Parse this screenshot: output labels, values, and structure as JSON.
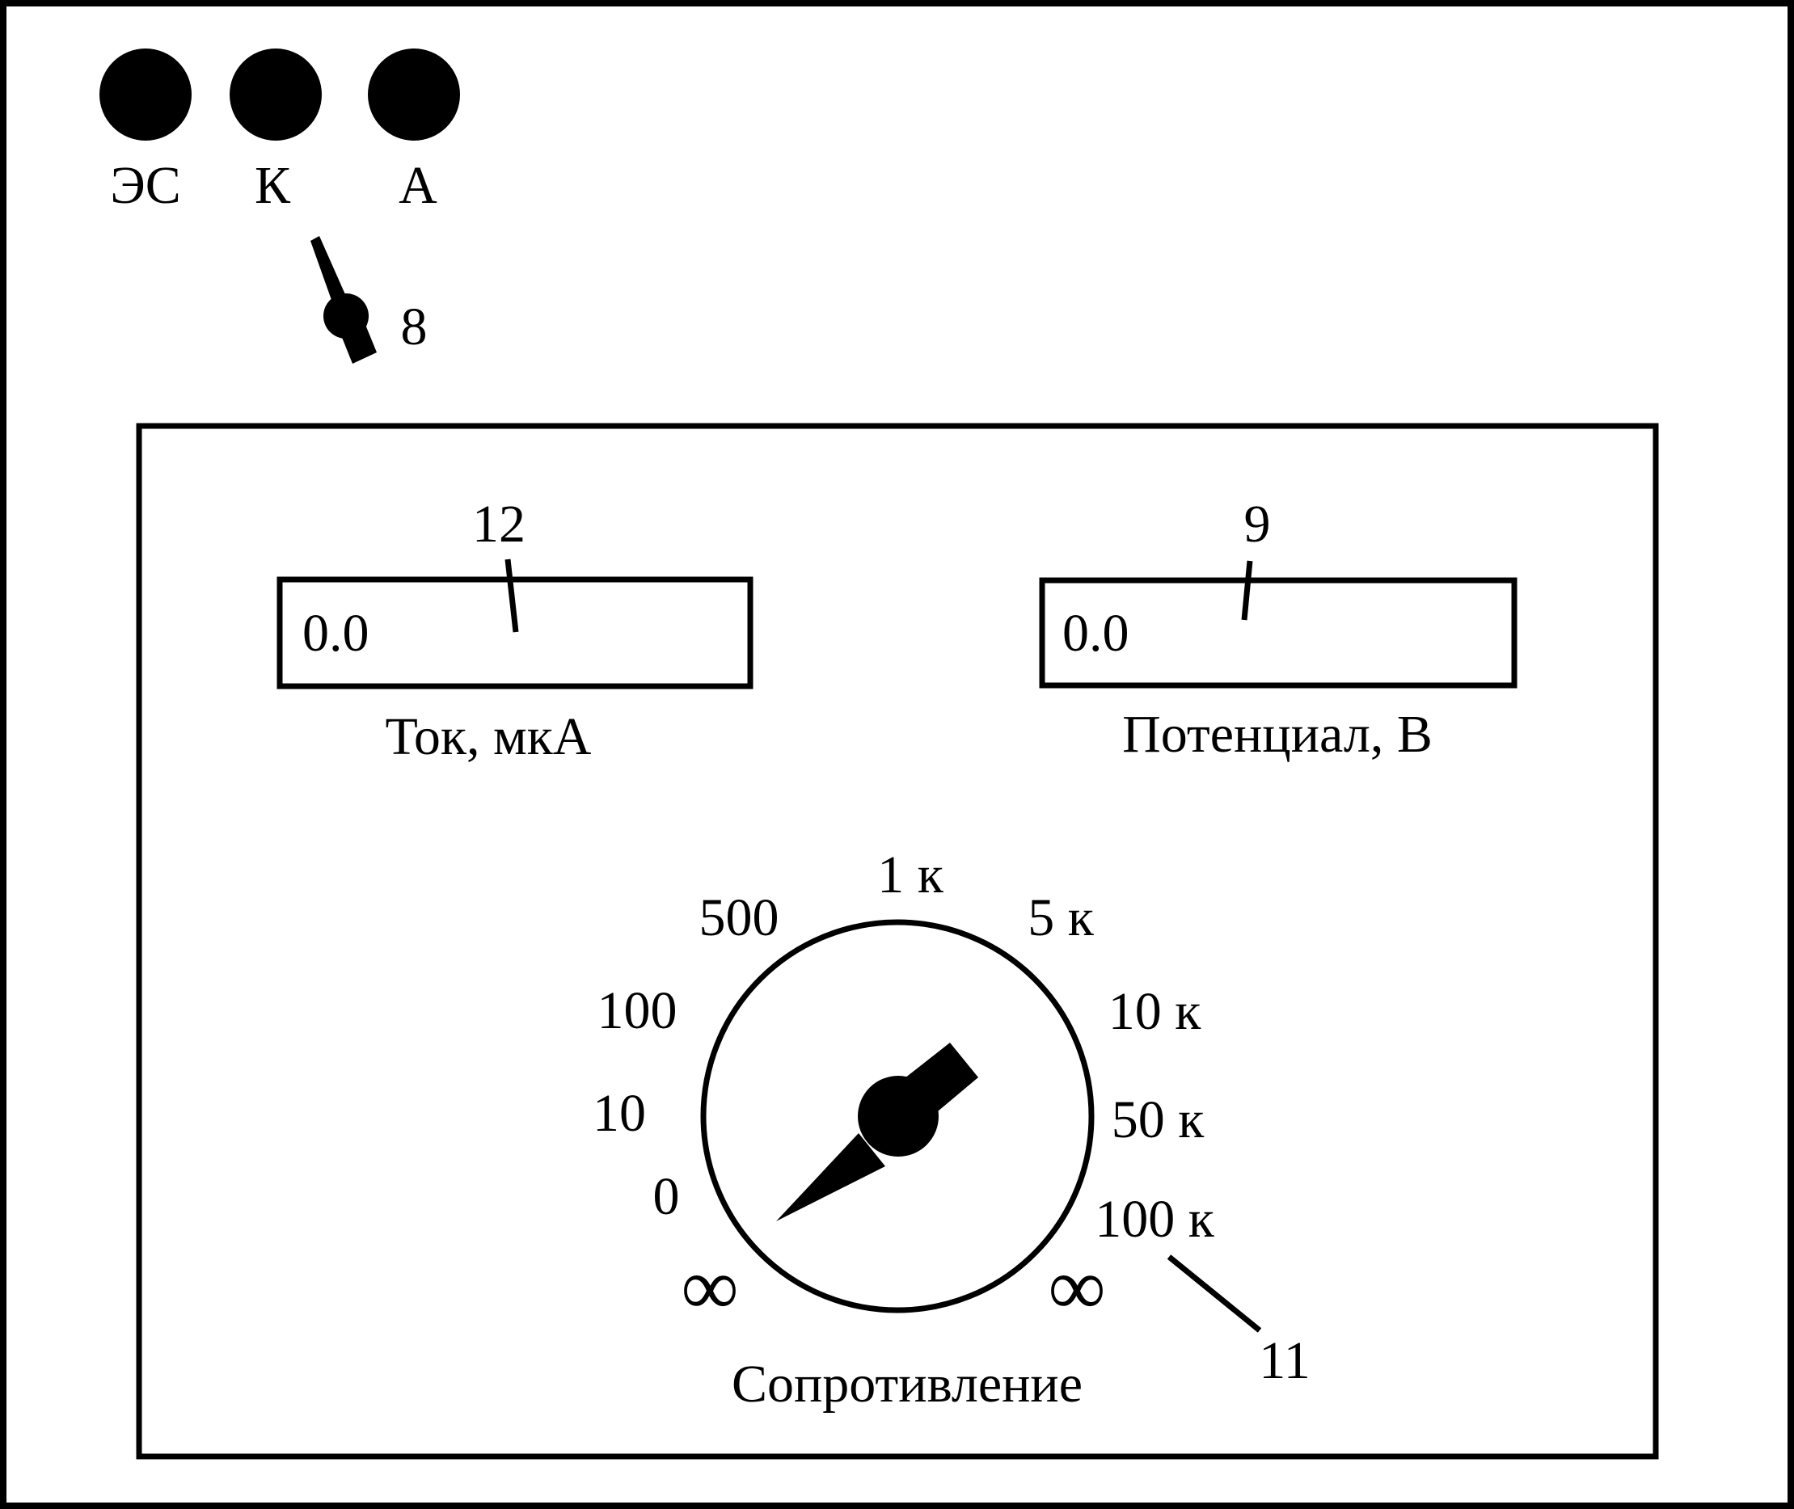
{
  "terminals": [
    {
      "label": "ЭС"
    },
    {
      "label": "К"
    },
    {
      "label": "А"
    }
  ],
  "callouts": {
    "switch": "8",
    "current_display": "12",
    "potential_display": "9",
    "resistance_knob": "11"
  },
  "current_meter": {
    "value": "0.0",
    "label": "Ток, мкА"
  },
  "potential_meter": {
    "value": "0.0",
    "label": "Потенциал, В"
  },
  "resistance_dial": {
    "label": "Сопротивление",
    "scale_labels": [
      "∞",
      "0",
      "10",
      "100",
      "500",
      "1 к",
      "5 к",
      "10 к",
      "50 к",
      "100 к",
      "∞"
    ],
    "pointer_position": "0"
  },
  "colors": {
    "stroke": "#000000",
    "background": "#ffffff"
  }
}
